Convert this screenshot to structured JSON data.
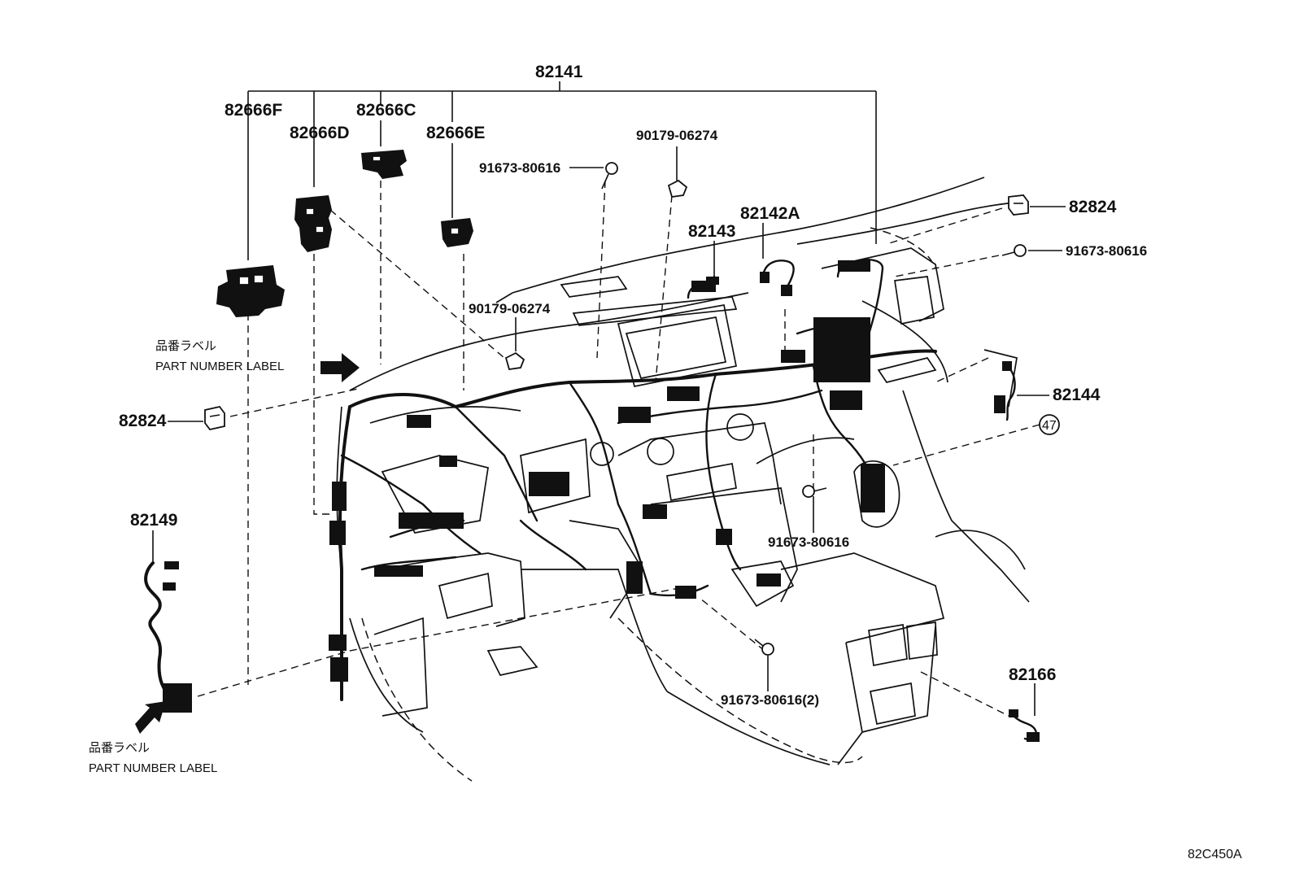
{
  "diagram": {
    "ref_code": "82C450A",
    "part_labels": {
      "p82141": "82141",
      "p82666F": "82666F",
      "p82666D": "82666D",
      "p82666C": "82666C",
      "p82666E": "82666E",
      "p90179_top": "90179-06274",
      "p91673_top": "91673-80616",
      "p82143": "82143",
      "p82142A": "82142A",
      "p82824_right": "82824",
      "p91673_right": "91673-80616",
      "p90179_mid": "90179-06274",
      "p82144": "82144",
      "p47": "47",
      "p82824_left": "82824",
      "p91673_center": "91673-80616",
      "p82149": "82149",
      "p91673_bottom": "91673-80616(2)",
      "p82166": "82166"
    },
    "callouts": {
      "label_top_jp": "品番ラベル",
      "label_top_en": "PART NUMBER LABEL",
      "label_bottom_jp": "品番ラベル",
      "label_bottom_en": "PART NUMBER LABEL"
    }
  }
}
